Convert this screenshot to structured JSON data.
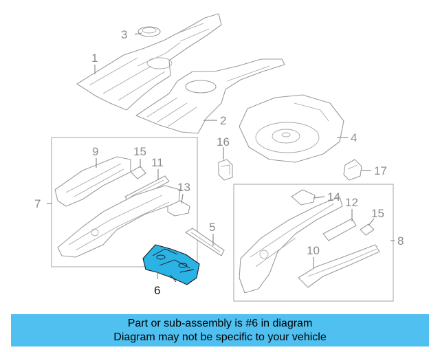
{
  "diagram": {
    "callouts": {
      "c1": "1",
      "c2": "2",
      "c3": "3",
      "c4": "4",
      "c5": "5",
      "c6": "6",
      "c7": "7",
      "c8": "8",
      "c9": "9",
      "c10": "10",
      "c11": "11",
      "c12": "12",
      "c13": "13",
      "c14": "14",
      "c15a": "15",
      "c15b": "15",
      "c16": "16",
      "c17": "17"
    },
    "selected_part": "6",
    "highlight_color": "#2bb3e6"
  },
  "banner": {
    "line1": "Part or sub-assembly is #6 in diagram",
    "line2": "Diagram may not be specific to your vehicle",
    "background": "#4fc0f0"
  }
}
